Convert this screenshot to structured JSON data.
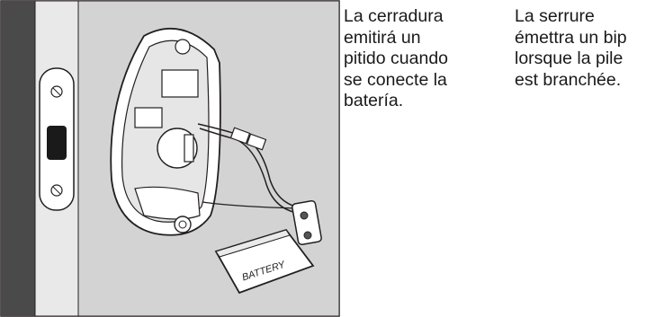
{
  "captions": {
    "spanish": "La cerradura\nemitirá un\npitido cuando\nse conecte la\nbatería.",
    "french": "La serrure\némettra un bip\nlorsque la pile\nest branchée."
  },
  "figure": {
    "battery_label": "BATTERY",
    "colors": {
      "wall": "#d3d3d3",
      "frame_dark": "#4a4a4a",
      "frame_light": "#e8e8e8",
      "outline": "#231f20"
    }
  }
}
